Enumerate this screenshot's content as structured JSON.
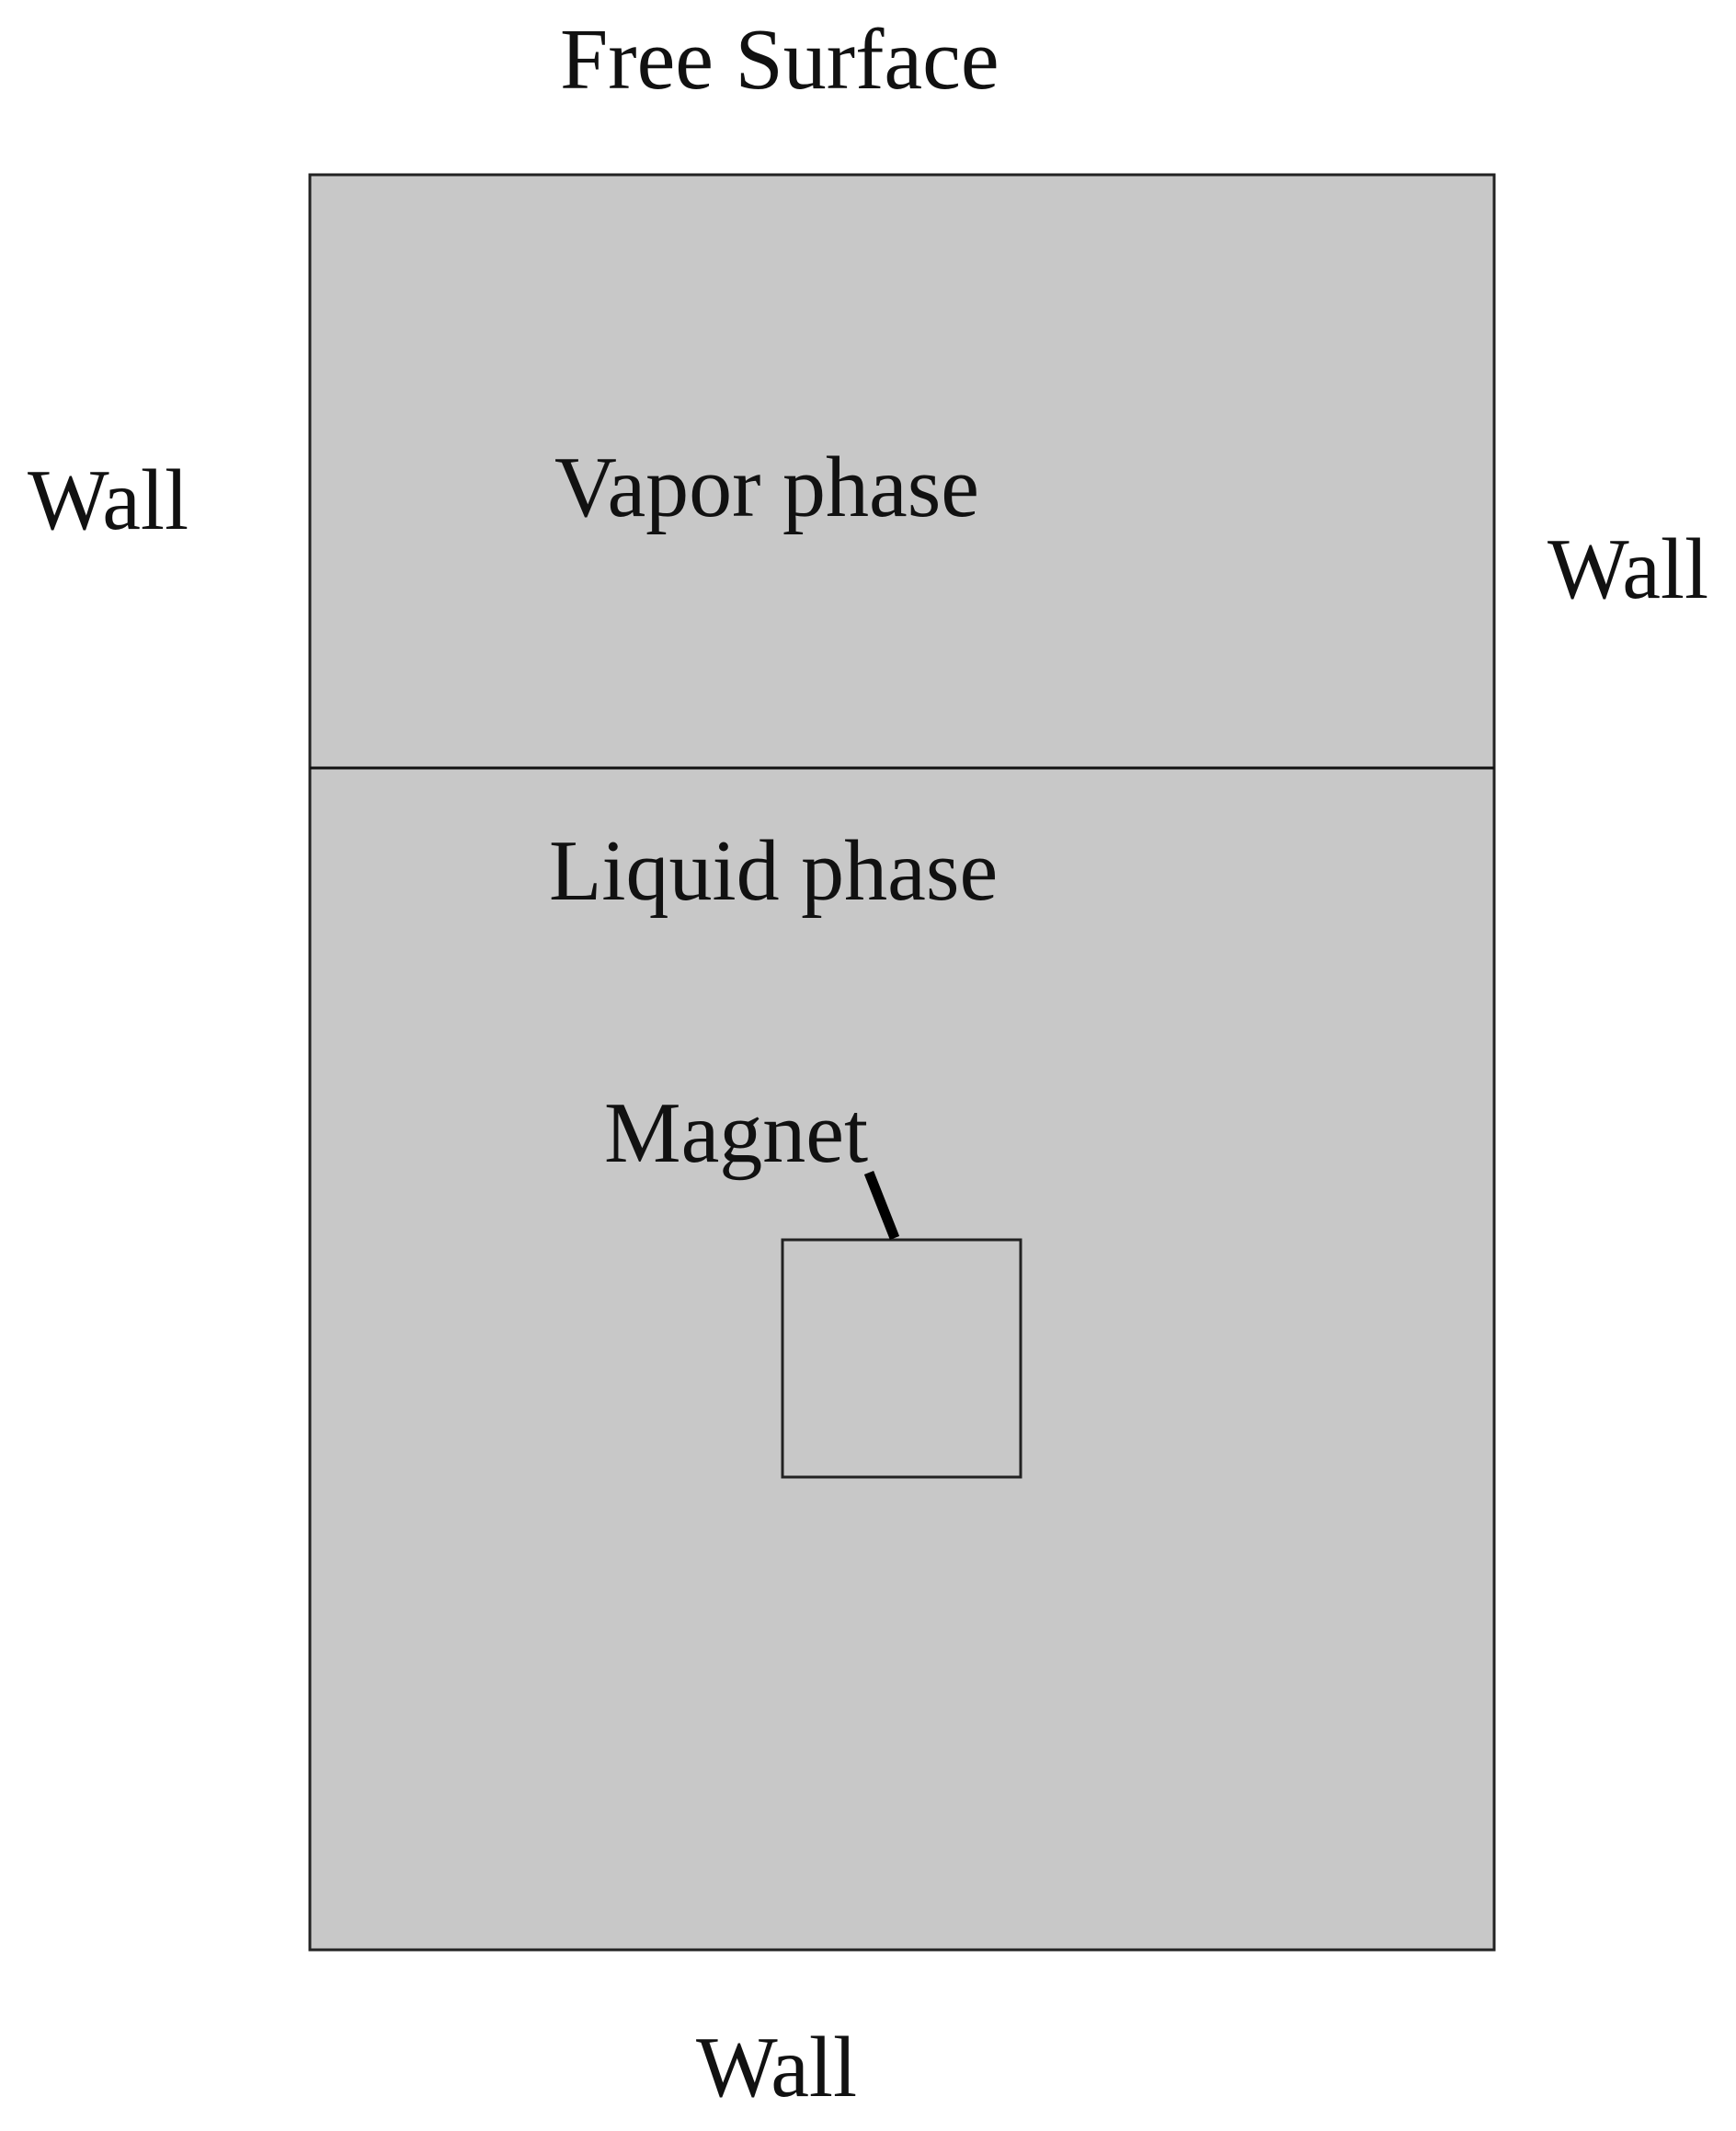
{
  "labels": {
    "top_boundary": "Free Surface",
    "left_boundary": "Wall",
    "right_boundary": "Wall",
    "bottom_boundary": "Wall",
    "upper_region": "Vapor phase",
    "lower_region": "Liquid phase",
    "object": "Magnet"
  },
  "colors": {
    "domain_fill": "#c8c8c8",
    "outline": "#222222",
    "text": "#111111",
    "background": "#ffffff"
  }
}
